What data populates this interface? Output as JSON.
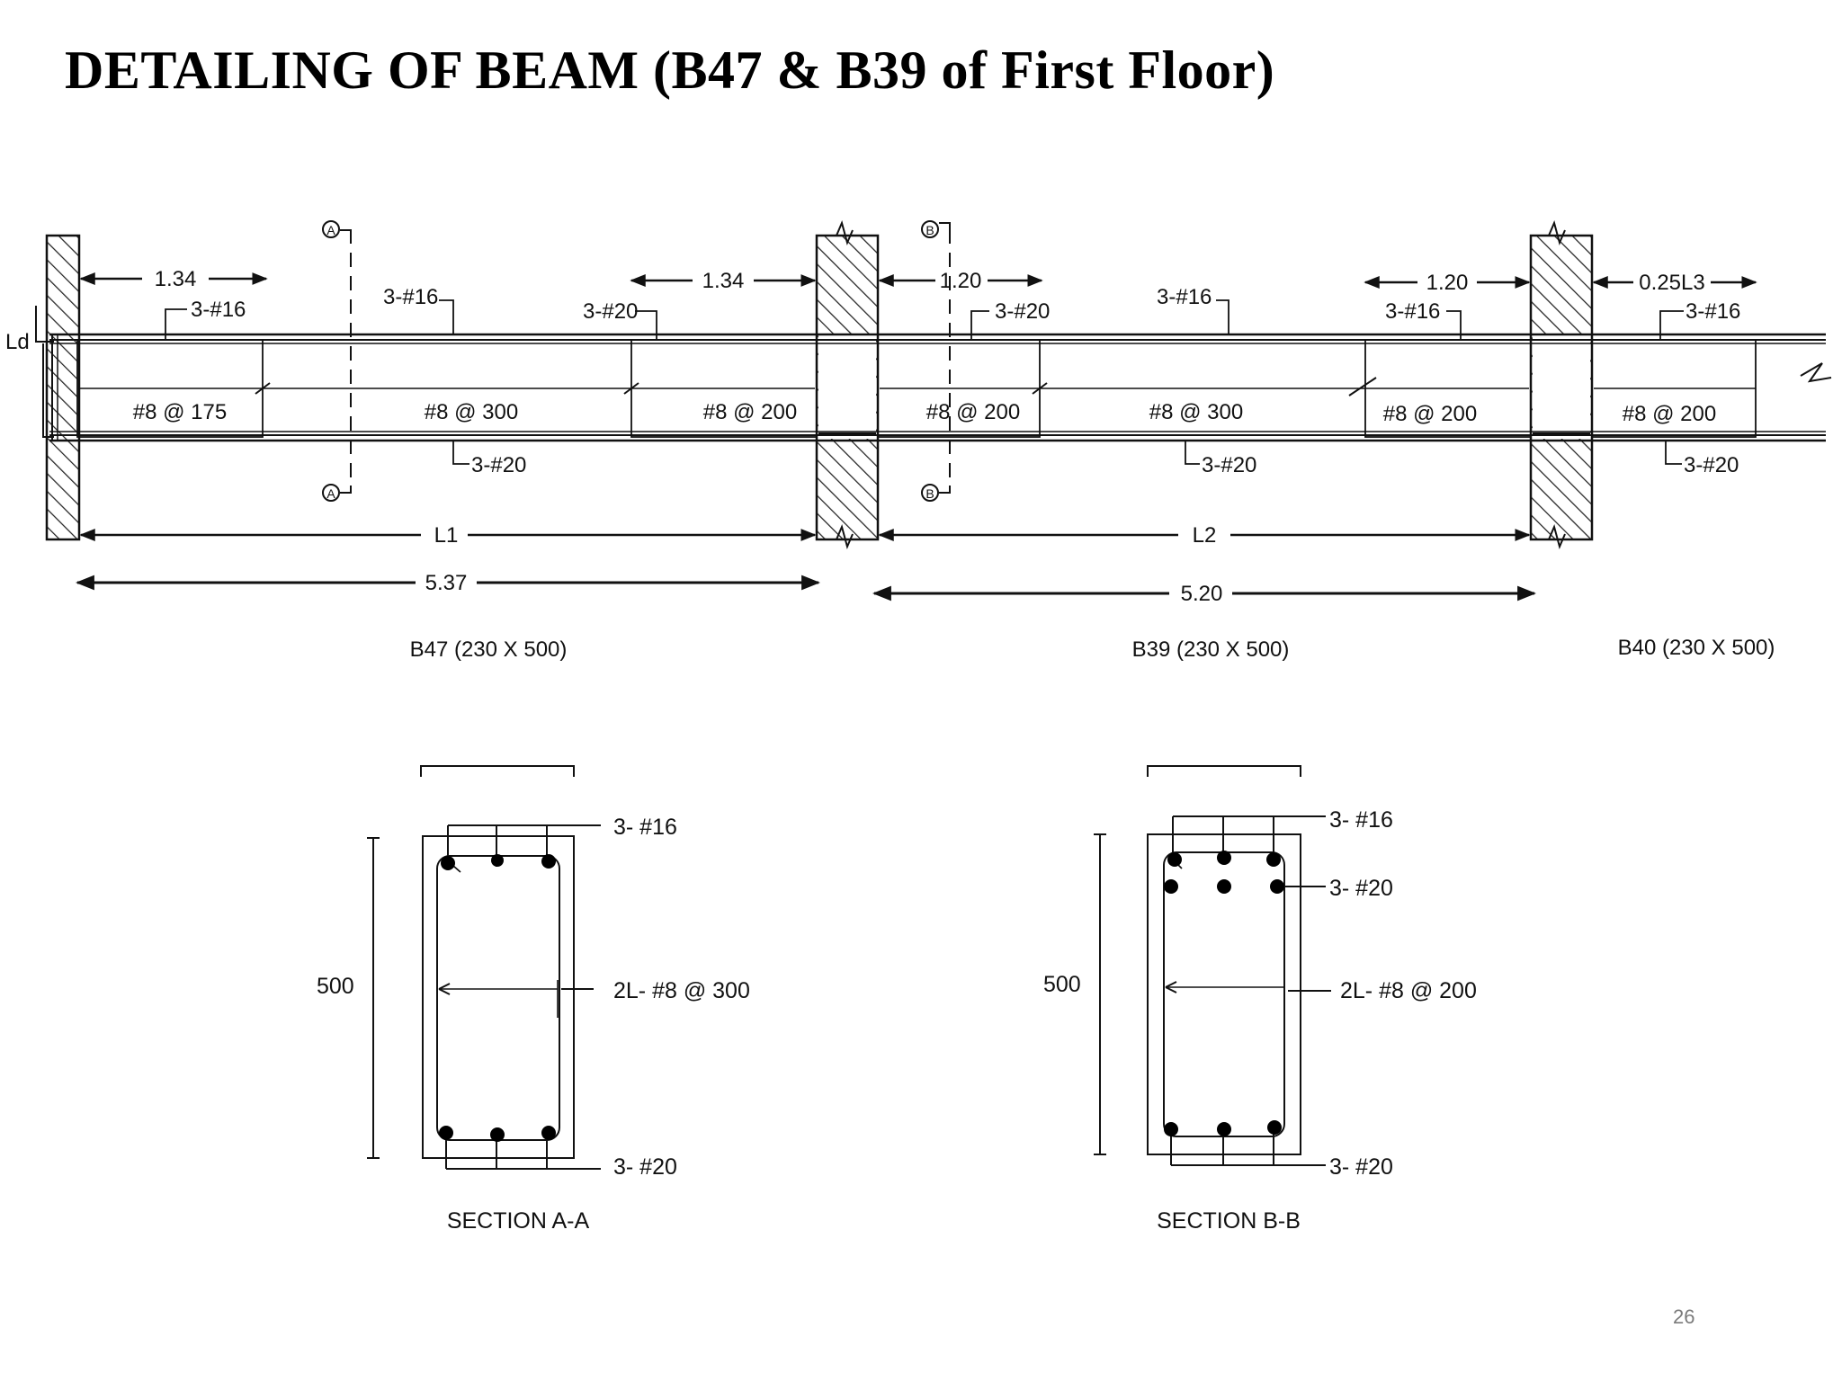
{
  "title": "DETAILING OF BEAM (B47 & B39 of First Floor)",
  "page_number": "26",
  "colors": {
    "line": "#111111",
    "hatch": "#222222",
    "text": "#111111",
    "background": "#ffffff"
  },
  "elevation": {
    "ld_label": "Ld",
    "section_markers": {
      "a": "A",
      "b": "B"
    },
    "cutoff_lengths": [
      "1.34",
      "1.34",
      "1.20",
      "1.20",
      "0.25L3"
    ],
    "top_bar_labels": [
      "3-#16",
      "3-#16",
      "3-#20",
      "3-#20",
      "3-#16",
      "3-#16",
      "3-#16"
    ],
    "stirrup_labels": [
      "#8 @ 175",
      "#8 @ 300",
      "#8 @ 200",
      "#8 @ 200",
      "#8 @ 300",
      "#8 @ 200",
      "#8 @ 200"
    ],
    "bottom_bar_labels": [
      "3-#20",
      "3-#20",
      "3-#20"
    ],
    "span_labels": [
      "L1",
      "L2"
    ],
    "span_lengths": [
      "5.37",
      "5.20"
    ],
    "beam_labels": [
      "B47 (230 X 500)",
      "B39 (230 X 500)",
      "B40 (230 X 500)"
    ]
  },
  "sections": [
    {
      "caption": "SECTION A-A",
      "depth": "500",
      "top_label": "3- #16",
      "stirrup_label": "2L- #8 @ 300",
      "bottom_label": "3- #20"
    },
    {
      "caption": "SECTION B-B",
      "depth": "500",
      "top_label": "3- #16",
      "mid_label": "3- #20",
      "stirrup_label": "2L- #8 @ 200",
      "bottom_label": "3- #20"
    }
  ]
}
